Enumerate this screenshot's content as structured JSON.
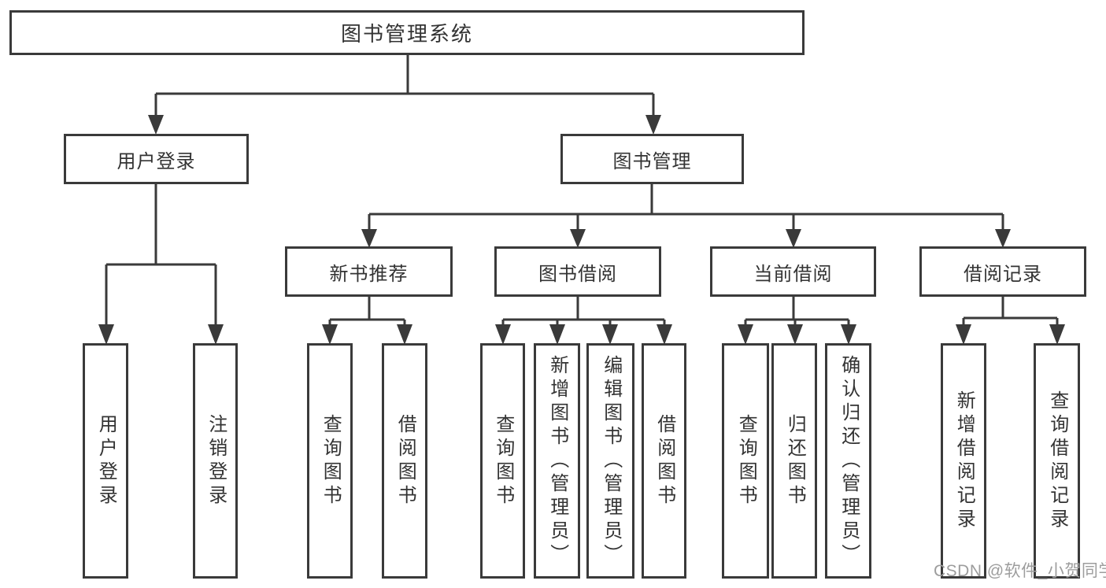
{
  "colors": {
    "line": "#3a3a3a",
    "text": "#333333",
    "box_bg": "#ffffff",
    "background": "#ffffff",
    "watermark": "#9d9d9d"
  },
  "diagram": {
    "root": {
      "label": "图书管理系统",
      "children": [
        {
          "label": "用户登录",
          "children": [
            {
              "label": "用户登录"
            },
            {
              "label": "注销登录"
            }
          ]
        },
        {
          "label": "图书管理",
          "children": [
            {
              "label": "新书推荐",
              "children": [
                {
                  "label": "查询图书"
                },
                {
                  "label": "借阅图书"
                }
              ]
            },
            {
              "label": "图书借阅",
              "children": [
                {
                  "label": "查询图书"
                },
                {
                  "label": "新增图书（管理员）"
                },
                {
                  "label": "编辑图书（管理员）"
                },
                {
                  "label": "借阅图书"
                }
              ]
            },
            {
              "label": "当前借阅",
              "children": [
                {
                  "label": "查询图书"
                },
                {
                  "label": "归还图书"
                },
                {
                  "label": "确认归还（管理员）"
                }
              ]
            },
            {
              "label": "借阅记录",
              "children": [
                {
                  "label": "新增借阅记录"
                },
                {
                  "label": "查询借阅记录"
                }
              ]
            }
          ]
        }
      ]
    }
  },
  "watermark": {
    "text": "CSDN @软件_小贺同学"
  }
}
